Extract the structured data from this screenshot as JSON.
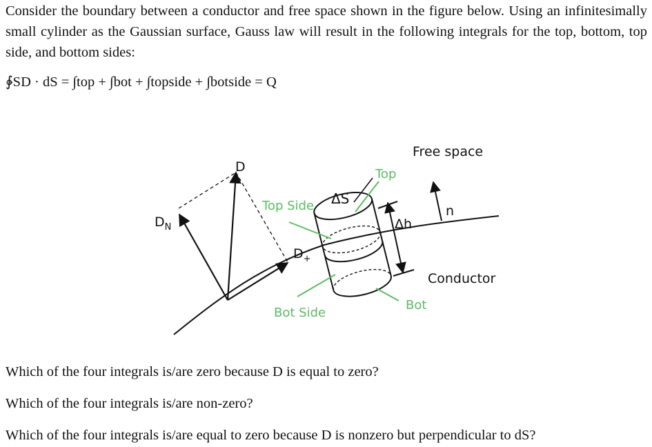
{
  "intro_text": "Consider the boundary between a conductor and free space shown in the figure below. Using an infinitesimally small cylinder as the Gaussian surface, Gauss law will result in the following integrals for the top, bottom, top side, and bottom sides:",
  "equation": "∲SD · dS = ∫top + ∫bot + ∫topside + ∫botside = Q",
  "figure": {
    "labels": {
      "free_space": "Free space",
      "conductor": "Conductor",
      "top": "Top",
      "top_side": "Top Side",
      "bot_side": "Bot Side",
      "bot": "Bot",
      "delta_s": "ΔS",
      "delta_h": "Δh",
      "n": "n",
      "d": "D",
      "d_n": "D",
      "d_n_sub": "N",
      "d_t": "D",
      "d_t_sub": "+"
    },
    "colors": {
      "green_label": "#5dbb63",
      "ink": "#111111"
    }
  },
  "questions": [
    "Which of the four integrals is/are zero because D is equal to zero?",
    "Which of the four integrals is/are non-zero?",
    "Which of the four integrals is/are equal to zero because D is nonzero but perpendicular to dS?"
  ]
}
